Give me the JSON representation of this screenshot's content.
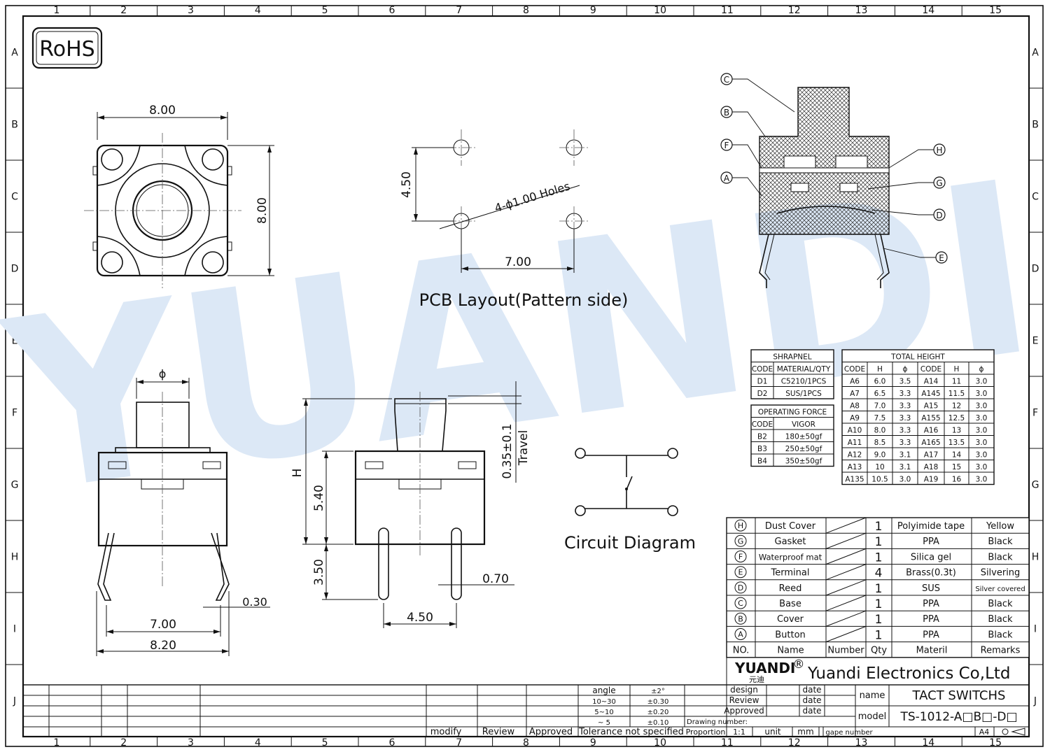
{
  "frame": {
    "columns": [
      "1",
      "2",
      "3",
      "4",
      "5",
      "6",
      "7",
      "8",
      "9",
      "10",
      "11",
      "12",
      "13",
      "14",
      "15"
    ],
    "rows": [
      "A",
      "B",
      "C",
      "D",
      "E",
      "F",
      "G",
      "H",
      "I",
      "J"
    ]
  },
  "rohs": "RoHS",
  "watermark": "YUANDI",
  "top_view": {
    "width": "8.00",
    "height": "8.00"
  },
  "pcb": {
    "title": "PCB Layout(Pattern side)",
    "pitch_y": "4.50",
    "holes": "4-ϕ1.00 Holes",
    "pitch_x": "7.00"
  },
  "front_view": {
    "diameter": "ϕ",
    "terminal_thickness": "0.30",
    "pin_pitch": "7.00",
    "overall_width": "8.20"
  },
  "side_view": {
    "total_height": "H",
    "body_height": "5.40",
    "pin_length": "3.50",
    "travel": "0.35±0.1",
    "travel_label": "Travel",
    "pin_width": "0.70",
    "pin_pitch": "4.50"
  },
  "circuit_title": "Circuit Diagram",
  "callouts": [
    "C",
    "B",
    "F",
    "A",
    "H",
    "G",
    "D",
    "E"
  ],
  "shrapnel_table": {
    "title": "SHRAPNEL",
    "headers": [
      "CODE",
      "MATERIAL/QTY"
    ],
    "rows": [
      [
        "D1",
        "C5210/1PCS"
      ],
      [
        "D2",
        "SUS/1PCS"
      ]
    ]
  },
  "force_table": {
    "title": "OPERATING FORCE",
    "headers": [
      "CODE",
      "VIGOR"
    ],
    "rows": [
      [
        "B2",
        "180±50gf"
      ],
      [
        "B3",
        "250±50gf"
      ],
      [
        "B4",
        "350±50gf"
      ]
    ]
  },
  "height_table": {
    "title": "TOTAL HEIGHT",
    "headers": [
      "CODE",
      "H",
      "ϕ",
      "CODE",
      "H",
      "ϕ"
    ],
    "rows": [
      [
        "A6",
        "6.0",
        "3.5",
        "A14",
        "11",
        "3.0"
      ],
      [
        "A7",
        "6.5",
        "3.3",
        "A145",
        "11.5",
        "3.0"
      ],
      [
        "A8",
        "7.0",
        "3.3",
        "A15",
        "12",
        "3.0"
      ],
      [
        "A9",
        "7.5",
        "3.3",
        "A155",
        "12.5",
        "3.0"
      ],
      [
        "A10",
        "8.0",
        "3.3",
        "A16",
        "13",
        "3.0"
      ],
      [
        "A11",
        "8.5",
        "3.3",
        "A165",
        "13.5",
        "3.0"
      ],
      [
        "A12",
        "9.0",
        "3.1",
        "A17",
        "14",
        "3.0"
      ],
      [
        "A13",
        "10",
        "3.1",
        "A18",
        "15",
        "3.0"
      ],
      [
        "A135",
        "10.5",
        "3.0",
        "A19",
        "16",
        "3.0"
      ]
    ]
  },
  "bom": {
    "rows": [
      [
        "H",
        "Dust Cover",
        "1",
        "Polyimide tape",
        "Yellow"
      ],
      [
        "G",
        "Gasket",
        "1",
        "PPA",
        "Black"
      ],
      [
        "F",
        "Waterproof mat",
        "1",
        "Silica gel",
        "Black"
      ],
      [
        "E",
        "Terminal",
        "4",
        "Brass(0.3t)",
        "Silvering"
      ],
      [
        "D",
        "Reed",
        "1",
        "SUS",
        "Silver covered"
      ],
      [
        "C",
        "Base",
        "1",
        "PPA",
        "Black"
      ],
      [
        "B",
        "Cover",
        "1",
        "PPA",
        "Black"
      ],
      [
        "A",
        "Button",
        "1",
        "PPA",
        "Black"
      ]
    ],
    "header": [
      "NO.",
      "Name",
      "Number",
      "Qty",
      "Materil",
      "Remarks"
    ]
  },
  "company": {
    "logo": "YUANDI",
    "logo_sub": "元迪",
    "reg": "®",
    "name": "Yuandi Electronics Co,Ltd"
  },
  "title_block": {
    "name_label": "name",
    "name_value": "TACT SWITCHS",
    "model_label": "model",
    "model_value": "TS-1012-A□B□-D□",
    "design": "design",
    "review": "Review",
    "approved": "Approved",
    "date": "date",
    "drawing_number": "Drawing number:",
    "proportion": "Proportion",
    "ratio": "1:1",
    "unit": "unit",
    "mm": "mm",
    "gape_number": "gape number",
    "paper": "A4"
  },
  "tolerance": {
    "rows": [
      [
        "angle",
        "±2°"
      ],
      [
        "10~30",
        "±0.30"
      ],
      [
        "5~10",
        "±0.20"
      ],
      [
        "~ 5",
        "±0.10"
      ]
    ],
    "footer": "Tolerance not specified"
  },
  "revision": {
    "modify": "modify",
    "review": "Review",
    "approved": "Approved"
  }
}
